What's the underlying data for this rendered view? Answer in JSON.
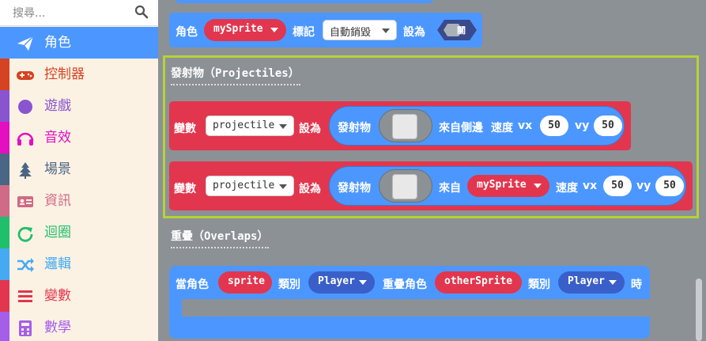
{
  "search": {
    "placeholder": "搜尋..."
  },
  "categories": [
    {
      "label": "角色",
      "color": "#4c97ff",
      "icon": "paper-plane-icon",
      "selected": true
    },
    {
      "label": "控制器",
      "color": "#d54322",
      "icon": "gamepad-icon"
    },
    {
      "label": "遊戲",
      "color": "#8854d0",
      "icon": "circle-icon"
    },
    {
      "label": "音效",
      "color": "#e30fc0",
      "icon": "headphones-icon"
    },
    {
      "label": "場景",
      "color": "#4b6584",
      "icon": "tree-icon"
    },
    {
      "label": "資訊",
      "color": "#cf6a87",
      "icon": "id-card-icon"
    },
    {
      "label": "迴圈",
      "color": "#20bf6b",
      "icon": "loop-icon"
    },
    {
      "label": "邏輯",
      "color": "#45aaf2",
      "icon": "shuffle-icon"
    },
    {
      "label": "變數",
      "color": "#e2364e",
      "icon": "list-icon"
    },
    {
      "label": "數學",
      "color": "#a55eea",
      "icon": "calculator-icon"
    }
  ],
  "blocks": {
    "flag_block": {
      "kw1": "角色",
      "sprite": "mySprite",
      "kw2": "標記",
      "flag": "自動銷毀",
      "kw3": "設為",
      "toggle": "關"
    },
    "projectiles_heading": "發射物（Projectiles）",
    "proj1": {
      "kw_var": "變數",
      "var": "projectile",
      "kw_set": "設為",
      "kw_proj": "發射物",
      "kw_from": "來自側邊",
      "kw_speed": "速度",
      "kw_vx": "vx",
      "vx": "50",
      "kw_vy": "vy",
      "vy": "50"
    },
    "proj2": {
      "kw_var": "變數",
      "var": "projectile",
      "kw_set": "設為",
      "kw_proj": "發射物",
      "kw_from": "來自",
      "sprite": "mySprite",
      "kw_speed": "速度",
      "kw_vx": "vx",
      "vx": "50",
      "kw_vy": "vy",
      "vy": "50"
    },
    "overlaps_heading": "重疊（Overlaps）",
    "overlap": {
      "kw1": "當角色",
      "sprite": "sprite",
      "kw2": "類別",
      "kind1": "Player",
      "kw3": "重疊角色",
      "other": "otherSprite",
      "kw4": "類別",
      "kind2": "Player",
      "kw5": "時"
    }
  },
  "colors": {
    "sprites": "#4c97ff",
    "variables": "#e2364e",
    "highlight": "#b5d335",
    "workspace": "#8c9196"
  }
}
